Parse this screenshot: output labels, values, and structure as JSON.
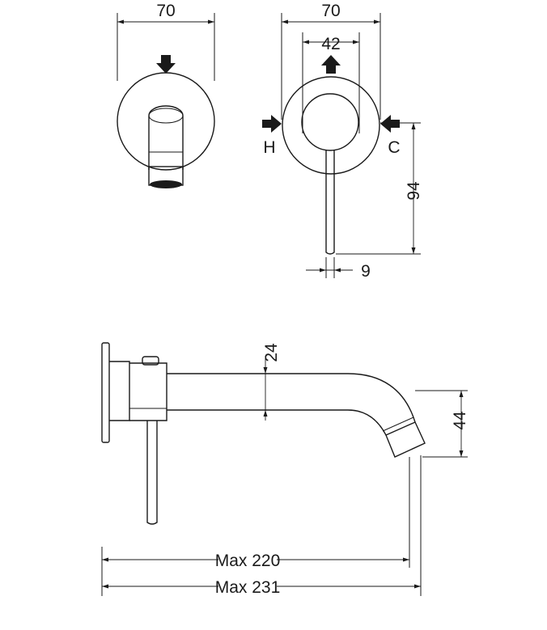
{
  "drawing": {
    "front_view": {
      "width_label": "70"
    },
    "handle_view": {
      "outer_width_label": "70",
      "inner_width_label": "42",
      "hot_label": "H",
      "cold_label": "C",
      "lever_length_label": "94",
      "lever_diameter_label": "9"
    },
    "side_view": {
      "spout_diameter_label": "24",
      "outlet_height_label": "44",
      "projection_220_label": "Max 220",
      "projection_231_label": "Max 231"
    }
  }
}
